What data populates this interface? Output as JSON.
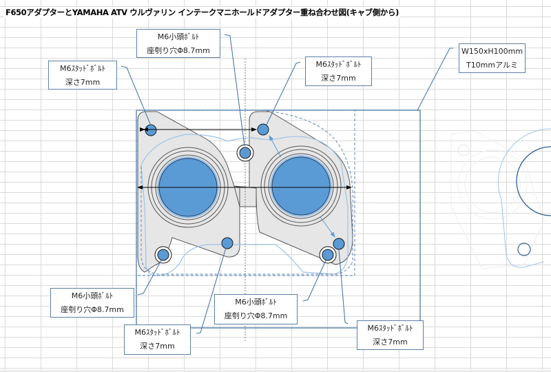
{
  "sheet": {
    "title": "F650アダプターとYAMAHA ATV ウルヴァリン インテークマニホールドアダプター重ね合わせ図(キャブ側から)"
  },
  "callouts": [
    {
      "line1": "M6ｽﾀｯﾄﾞﾎﾞﾙﾄ",
      "line2": "深さ7mm"
    },
    {
      "line1": "M6小頭ﾎﾞﾙﾄ",
      "line2": "座刳り穴Φ8.7mm"
    },
    {
      "line1": "M6ｽﾀｯﾄﾞﾎﾞﾙﾄ",
      "line2": "深さ7mm"
    },
    {
      "line1": "W150xH100mm",
      "line2": "T10mmアルミ"
    },
    {
      "line1": "M6小頭ﾎﾞﾙﾄ",
      "line2": "座刳り穴Φ8.7mm"
    },
    {
      "line1": "M6ｽﾀｯﾄﾞﾎﾞﾙﾄ",
      "line2": "深さ7mm"
    },
    {
      "line1": "M6小頭ﾎﾞﾙﾄ",
      "line2": "座刳り穴Φ8.7mm"
    },
    {
      "line1": "M6ｽﾀｯﾄﾞﾎﾞﾙﾄ",
      "line2": "深さ7mm"
    }
  ],
  "colors": {
    "hole_fill": "#5b9bd5",
    "callout_border": "#5a7fa6",
    "plate_fill": "#e6e6e6",
    "overlay_line": "#9dc3e6"
  }
}
